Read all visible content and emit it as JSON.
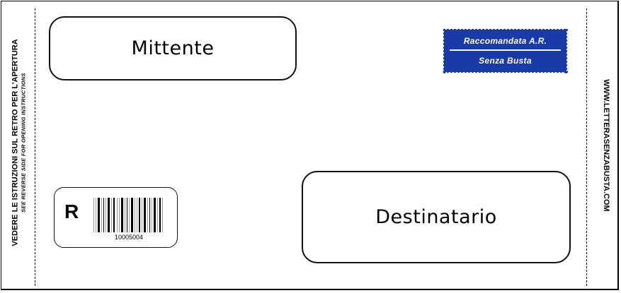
{
  "envelope": {
    "left_notice": {
      "line1": "VEDERE LE ISTRUZIONI SUL RETRO PER L'APERTURA",
      "line2": "SEE REVERSE SIDE FOR OPENING INSTRUCTIONS"
    },
    "right_notice": "WWW.LETTERASENZABUSTA.COM",
    "sender_box": {
      "label": "Mittente"
    },
    "recipient_box": {
      "label": "Destinatario"
    },
    "stamp": {
      "line1": "Raccomandata A.R.",
      "line2": "Senza Busta",
      "color": "#1a3aa8",
      "text_color": "#ffffff"
    },
    "registered_label": {
      "letter": "R",
      "barcode_number": "10005004"
    }
  }
}
